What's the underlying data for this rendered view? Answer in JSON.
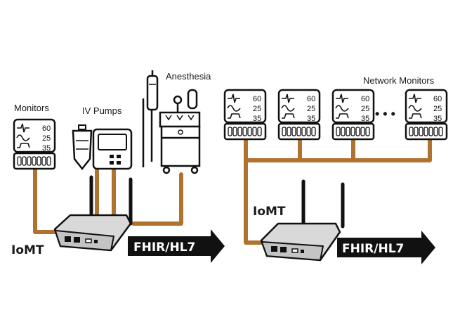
{
  "labels": {
    "monitors": "Monitors",
    "iv_pumps": "IV Pumps",
    "anesthesia": "Anesthesia",
    "network_monitors": "Network Monitors",
    "iomt_left": "IoMT",
    "iomt_right": "IoMT",
    "fhir_left": "FHIR/HL7",
    "fhir_right": "FHIR/HL7",
    "ellipsis": "• • •"
  },
  "monitor_values": [
    "60",
    "25",
    "35"
  ],
  "colors": {
    "cable": "#b0732f",
    "outline": "#111111",
    "router_body": "#d9d9d9",
    "arrow": "#111111"
  }
}
